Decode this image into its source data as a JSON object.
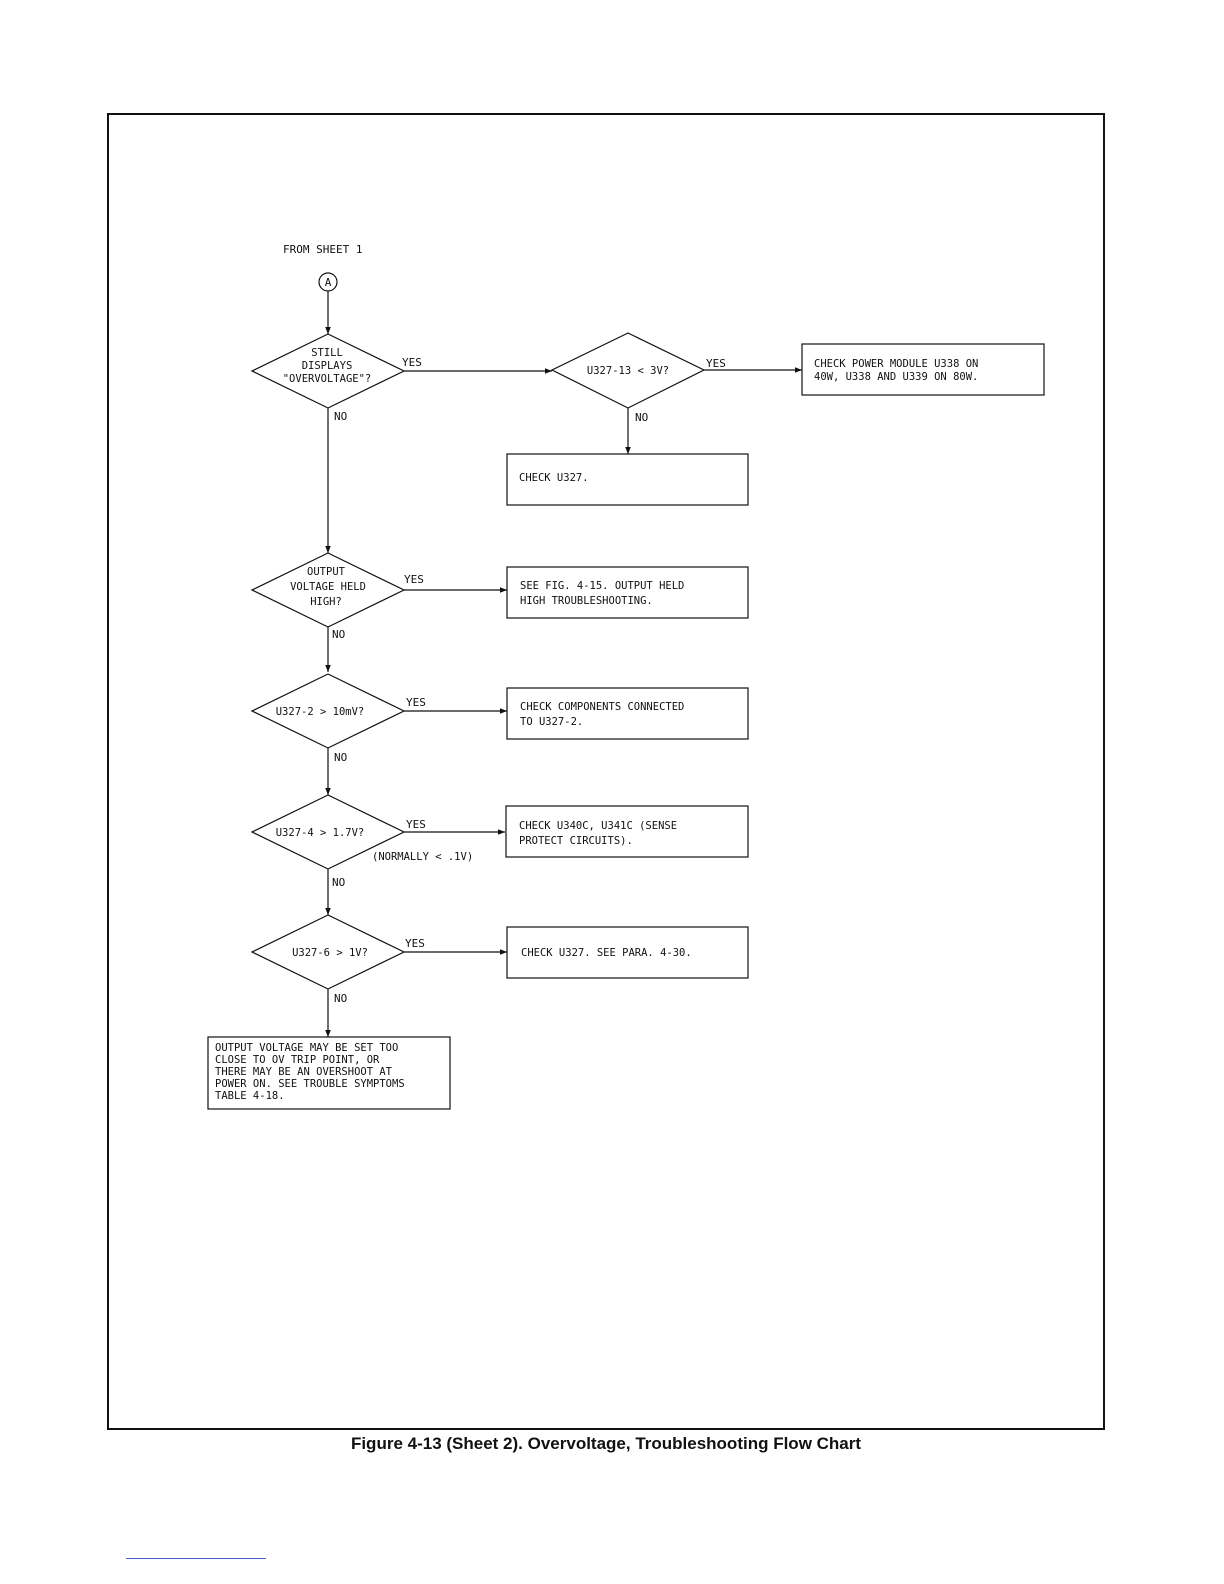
{
  "diagram": {
    "from_label": "FROM SHEET 1",
    "connector": "A",
    "nodes": [
      {
        "id": "d_still",
        "kind": "decision",
        "lines": [
          "STILL",
          "DISPLAYS",
          "\"OVERVOLTAGE\"?"
        ]
      },
      {
        "id": "d_u327_13",
        "kind": "decision",
        "lines": [
          "U327-13 < 3V?"
        ]
      },
      {
        "id": "b_power",
        "kind": "box",
        "lines": [
          "CHECK POWER MODULE U338 ON",
          "40W, U338 AND U339 ON 80W."
        ]
      },
      {
        "id": "b_check_u327",
        "kind": "box",
        "lines": [
          "CHECK U327."
        ]
      },
      {
        "id": "d_output_high",
        "kind": "decision",
        "lines": [
          "OUTPUT",
          "VOLTAGE HELD",
          "HIGH?"
        ]
      },
      {
        "id": "b_fig415",
        "kind": "box",
        "lines": [
          "SEE FIG. 4-15. OUTPUT HELD",
          "HIGH TROUBLESHOOTING."
        ]
      },
      {
        "id": "d_u327_2",
        "kind": "decision",
        "lines": [
          "U327-2 > 10mV?"
        ]
      },
      {
        "id": "b_components",
        "kind": "box",
        "lines": [
          "CHECK COMPONENTS CONNECTED",
          "TO U327-2."
        ]
      },
      {
        "id": "d_u327_4",
        "kind": "decision",
        "lines": [
          "U327-4 > 1.7V?"
        ]
      },
      {
        "id": "b_sense",
        "kind": "box",
        "lines": [
          "CHECK U340C, U341C (SENSE",
          "PROTECT CIRCUITS)."
        ]
      },
      {
        "id": "d_u327_6",
        "kind": "decision",
        "lines": [
          "U327-6 > 1V?"
        ]
      },
      {
        "id": "b_para430",
        "kind": "box",
        "lines": [
          "CHECK U327. SEE PARA. 4-30."
        ]
      },
      {
        "id": "b_final",
        "kind": "box",
        "lines": [
          "OUTPUT VOLTAGE MAY BE SET TOO",
          "CLOSE TO OV TRIP POINT, OR",
          "THERE MAY BE AN OVERSHOOT AT",
          "POWER ON. SEE TROUBLE SYMPTOMS",
          "TABLE 4-18."
        ]
      }
    ],
    "edges": [
      {
        "id": "e_start",
        "from": "connector",
        "to": "d_still",
        "label": ""
      },
      {
        "id": "e_still_yes",
        "from": "d_still",
        "to": "d_u327_13",
        "label": "YES"
      },
      {
        "id": "e_u327_13_yes",
        "from": "d_u327_13",
        "to": "b_power",
        "label": "YES"
      },
      {
        "id": "e_u327_13_no",
        "from": "d_u327_13",
        "to": "b_check_u327",
        "label": "NO"
      },
      {
        "id": "e_still_no",
        "from": "d_still",
        "to": "d_output_high",
        "label": "NO"
      },
      {
        "id": "e_output_yes",
        "from": "d_output_high",
        "to": "b_fig415",
        "label": "YES"
      },
      {
        "id": "e_output_no",
        "from": "d_output_high",
        "to": "d_u327_2",
        "label": "NO"
      },
      {
        "id": "e_u327_2_yes",
        "from": "d_u327_2",
        "to": "b_components",
        "label": "YES"
      },
      {
        "id": "e_u327_2_no",
        "from": "d_u327_2",
        "to": "d_u327_4",
        "label": "NO"
      },
      {
        "id": "e_u327_4_yes",
        "from": "d_u327_4",
        "to": "b_sense",
        "label": "YES"
      },
      {
        "id": "e_u327_4_no",
        "from": "d_u327_4",
        "to": "d_u327_6",
        "label": "NO"
      },
      {
        "id": "e_u327_6_yes",
        "from": "d_u327_6",
        "to": "b_para430",
        "label": "YES"
      },
      {
        "id": "e_u327_6_no",
        "from": "d_u327_6",
        "to": "b_final",
        "label": "NO"
      }
    ],
    "note_normally": "(NORMALLY < .1V)"
  },
  "caption": "Figure 4-13 (Sheet 2). Overvoltage, Troubleshooting Flow Chart"
}
